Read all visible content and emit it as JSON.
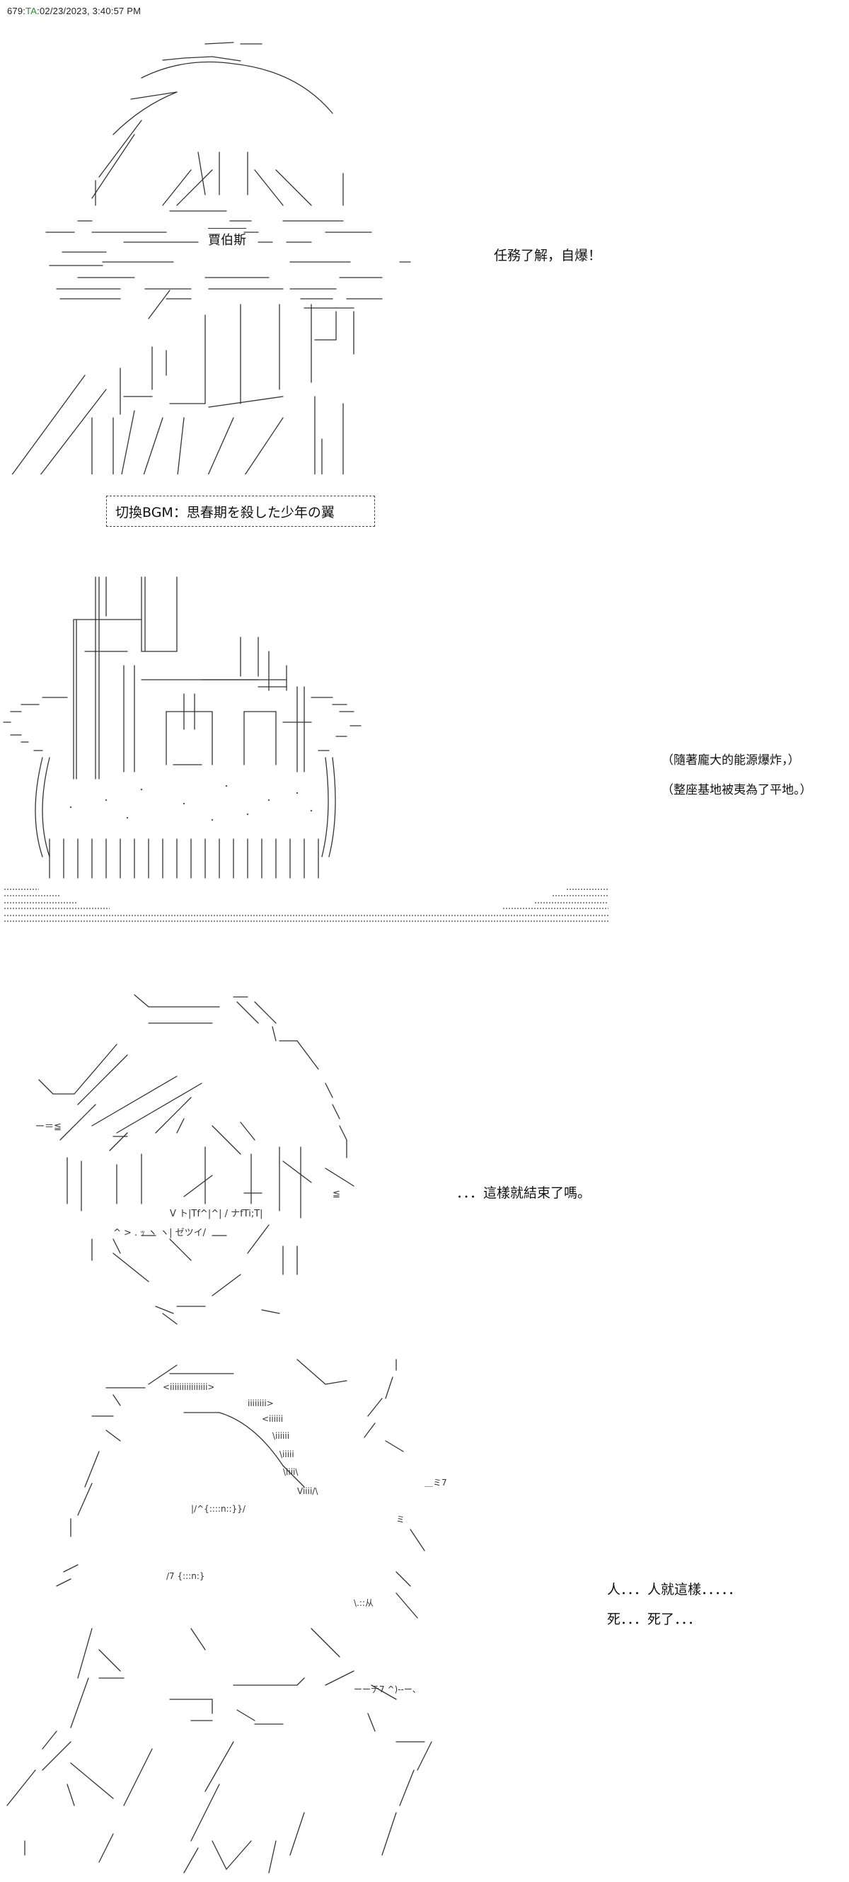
{
  "header": {
    "post_number": "679",
    "separator": ":",
    "author_tag": "TA",
    "timestamp": ":02/23/2023, 3:40:57 PM",
    "author_color": "#2a8a2a"
  },
  "panels": [
    {
      "id": "panel-1",
      "art_subject": "character-with-raised-fist",
      "name_label": "賈伯斯",
      "lines": [
        "任務了解，自爆！"
      ]
    },
    {
      "id": "bgm-notice",
      "text": "切換BGM：思春期を殺した少年の翼"
    },
    {
      "id": "panel-2",
      "art_subject": "large-explosion-sound-effect",
      "lines": [
        "（隨著龐大的能源爆炸，）",
        "（整座基地被夷為了平地。）"
      ]
    },
    {
      "id": "panel-3",
      "art_subject": "character-face-closeup",
      "lines": [
        "．．．這樣就結束了嗎。"
      ]
    },
    {
      "id": "panel-4",
      "art_subject": "character-with-hands-clasped",
      "lines": [
        "人．．．人就這樣．．．．．",
        "死．．．死了．．．"
      ]
    }
  ]
}
